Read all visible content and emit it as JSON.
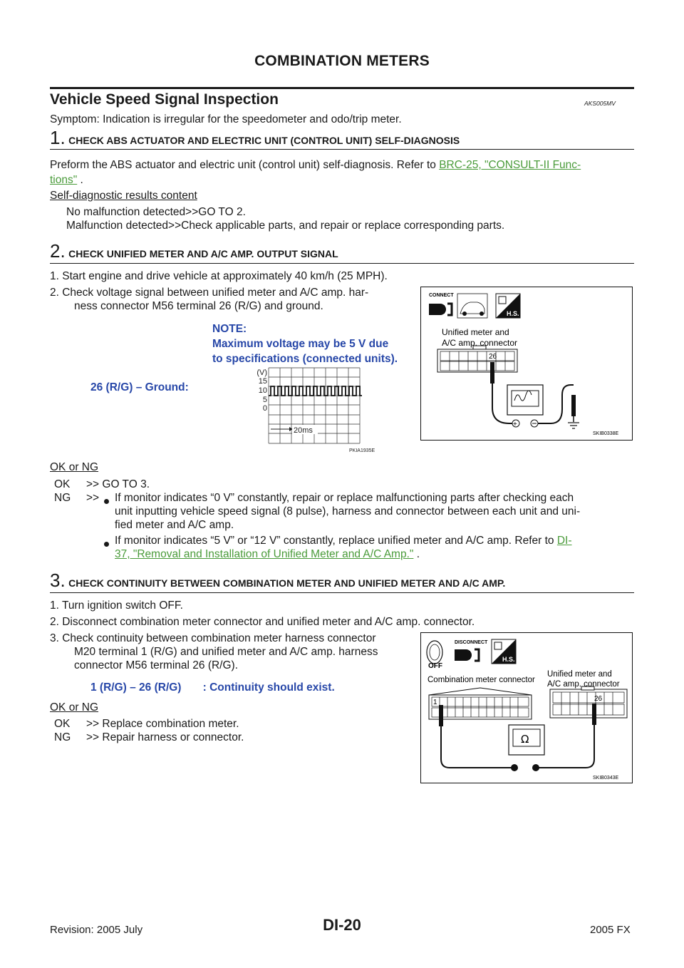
{
  "header": {
    "title": "COMBINATION METERS"
  },
  "section": {
    "title": "Vehicle Speed Signal Inspection",
    "code": "AKS005MV"
  },
  "symptom": "Symptom: Indication is irregular for the speedometer and odo/trip meter.",
  "step1": {
    "num": "1.",
    "title": "CHECK ABS ACTUATOR AND ELECTRIC UNIT (CONTROL UNIT) SELF-DIAGNOSIS",
    "body_pre": "Preform the ABS actuator and electric unit (control unit) self-diagnosis. Refer to ",
    "link_part1": "BRC-25, \"CONSULT-II Func-",
    "link_part2": "tions\"",
    "body_post": " .",
    "results_label": "Self-diagnostic results content",
    "result_ok": "No malfunction detected>>GO TO 2.",
    "result_ng": "Malfunction detected>>Check applicable parts, and repair or replace corresponding parts."
  },
  "step2": {
    "num": "2.",
    "title": "CHECK UNIFIED METER AND A/C AMP. OUTPUT SIGNAL",
    "item1": "1.   Start engine and drive vehicle at approximately 40 km/h (25 MPH).",
    "item2_line1": "2.   Check voltage signal between unified meter and A/C amp. har-",
    "item2_line2": "ness connector M56 terminal 26 (R/G) and ground.",
    "note_line1": "NOTE:",
    "note_line2": "Maximum voltage may be 5 V due",
    "note_line3": "to specifications (connected units).",
    "measure_label": "26 (R/G) – Ground:",
    "okng": "OK or NG",
    "ok_label": "OK",
    "ok_text": ">> GO TO 3.",
    "ng_label": "NG",
    "ng_arrow": ">>",
    "ng_b1_line1": "If monitor indicates “0 V” constantly, repair or replace malfunctioning parts after checking each",
    "ng_b1_line2": "unit inputting vehicle speed signal (8 pulse), harness and connector between each unit and uni-",
    "ng_b1_line3": "fied meter and A/C amp.",
    "ng_b2_pre": "If monitor indicates “5 V” or “12 V” constantly, replace unified meter and A/C amp. Refer to ",
    "ng_b2_link1": "DI-",
    "ng_b2_link2": "37, \"Removal and Installation of Unified Meter and A/C Amp.\"",
    "ng_b2_post": " ."
  },
  "scope": {
    "unit": "(V)",
    "ticks": [
      "15",
      "10",
      "5",
      "0"
    ],
    "time": "20ms",
    "code": "PKIA1935E"
  },
  "fig1": {
    "connect": "CONNECT",
    "hs": "H.S.",
    "conn_label1": "Unified meter and",
    "conn_label2": "A/C amp. connector",
    "pin": "26",
    "code": "SKIB0338E"
  },
  "step3": {
    "num": "3.",
    "title": "CHECK CONTINUITY BETWEEN COMBINATION METER AND UNIFIED METER AND A/C AMP.",
    "item1": "1.   Turn ignition switch OFF.",
    "item2": "2.   Disconnect combination meter connector and unified meter and A/C amp. connector.",
    "item3_line1": "3.   Check continuity between combination meter harness connector",
    "item3_line2": "M20 terminal 1 (R/G) and unified meter and A/C amp. harness",
    "item3_line3": "connector M56 terminal 26 (R/G).",
    "continuity": "1 (R/G) – 26 (R/G)       : Continuity should exist.",
    "okng": "OK or NG",
    "ok_label": "OK",
    "ok_text": ">> Replace combination meter.",
    "ng_label": "NG",
    "ng_text": ">> Repair harness or connector."
  },
  "fig2": {
    "disconnect": "DISCONNECT",
    "off": "OFF",
    "hs": "H.S.",
    "comb_label": "Combination meter connector",
    "unified_label1": "Unified meter and",
    "unified_label2": "A/C amp. connector",
    "pin1": "1",
    "pin26": "26",
    "ohm": "Ω",
    "code": "SKIB0343E"
  },
  "footer": {
    "revision": "Revision: 2005 July",
    "page": "DI-20",
    "model": "2005 FX"
  }
}
